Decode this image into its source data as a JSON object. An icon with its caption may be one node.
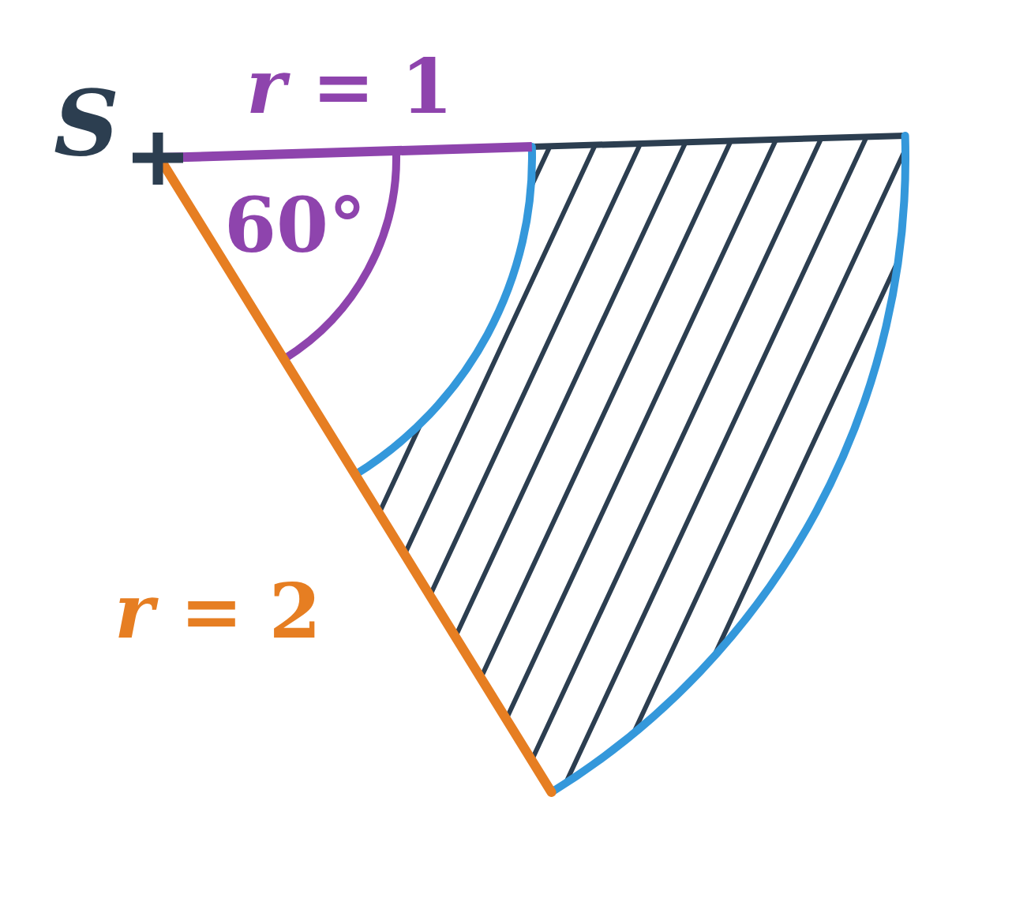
{
  "diagram": {
    "labels": [
      "S",
      "*r* = 1",
      "60°",
      "*r* = 2"
    ]
  }
}
